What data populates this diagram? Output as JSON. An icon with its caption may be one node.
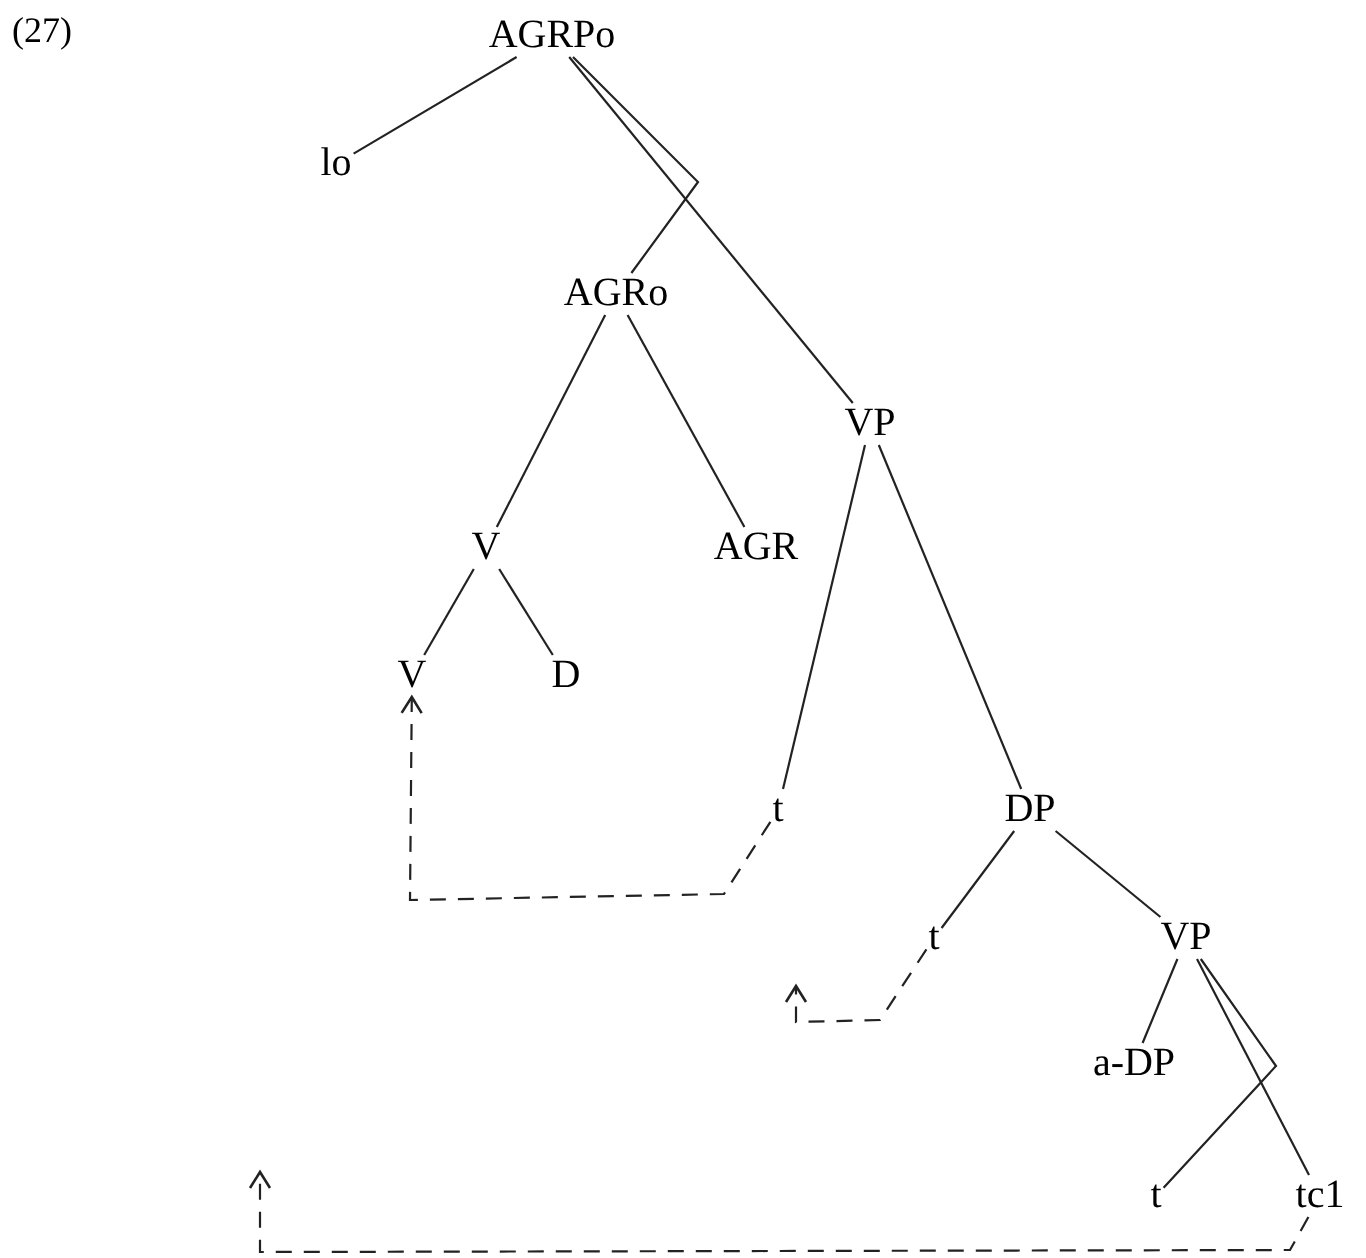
{
  "diagram": {
    "nodes": [
      {
        "text": [
          "AGRPo"
        ]
      },
      {
        "text": [
          "lo"
        ]
      },
      {
        "text": [
          "AGRo"
        ]
      },
      {
        "text": [
          "VP"
        ]
      },
      {
        "text": [
          "V"
        ]
      },
      {
        "text": [
          "AGR"
        ]
      },
      {
        "text": [
          "V"
        ]
      },
      {
        "text": [
          "D"
        ]
      },
      {
        "text": [
          "t"
        ]
      },
      {
        "text": [
          "DP"
        ]
      },
      {
        "text": [
          "t"
        ]
      },
      {
        "text": [
          "VP"
        ]
      },
      {
        "text": [
          "a-DP"
        ]
      },
      {
        "text": [
          "t"
        ]
      },
      {
        "text": [
          "tc1"
        ]
      }
    ],
    "edges": [
      {
        "from": 0,
        "to": 1,
        "arrow": "none"
      },
      {
        "from": 0,
        "to": 3,
        "arrow": "none"
      },
      {
        "from": 0,
        "to": 2,
        "arrow": "none"
      },
      {
        "from": 2,
        "to": 4,
        "arrow": "none"
      },
      {
        "from": 2,
        "to": 5,
        "arrow": "none"
      },
      {
        "from": 4,
        "to": 6,
        "arrow": "none"
      },
      {
        "from": 4,
        "to": 7,
        "arrow": "none"
      },
      {
        "from": 3,
        "to": 8,
        "arrow": "none"
      },
      {
        "from": 3,
        "to": 9,
        "arrow": "none"
      },
      {
        "from": 9,
        "to": 10,
        "arrow": "none"
      },
      {
        "from": 9,
        "to": 11,
        "arrow": "none"
      },
      {
        "from": 11,
        "to": 12,
        "arrow": "none"
      },
      {
        "from": 11,
        "to": 14,
        "arrow": "none"
      },
      {
        "from": 11,
        "to": 13,
        "arrow": "none"
      },
      {
        "from": 8,
        "to": 6,
        "arrow": "to",
        "style": "dashed"
      },
      {
        "from": 10,
        "to": null,
        "arrow": "to",
        "style": "dashed"
      },
      {
        "from": 14,
        "to": null,
        "arrow": "to",
        "style": "dashed"
      }
    ],
    "labels": [
      "(27)"
    ]
  }
}
